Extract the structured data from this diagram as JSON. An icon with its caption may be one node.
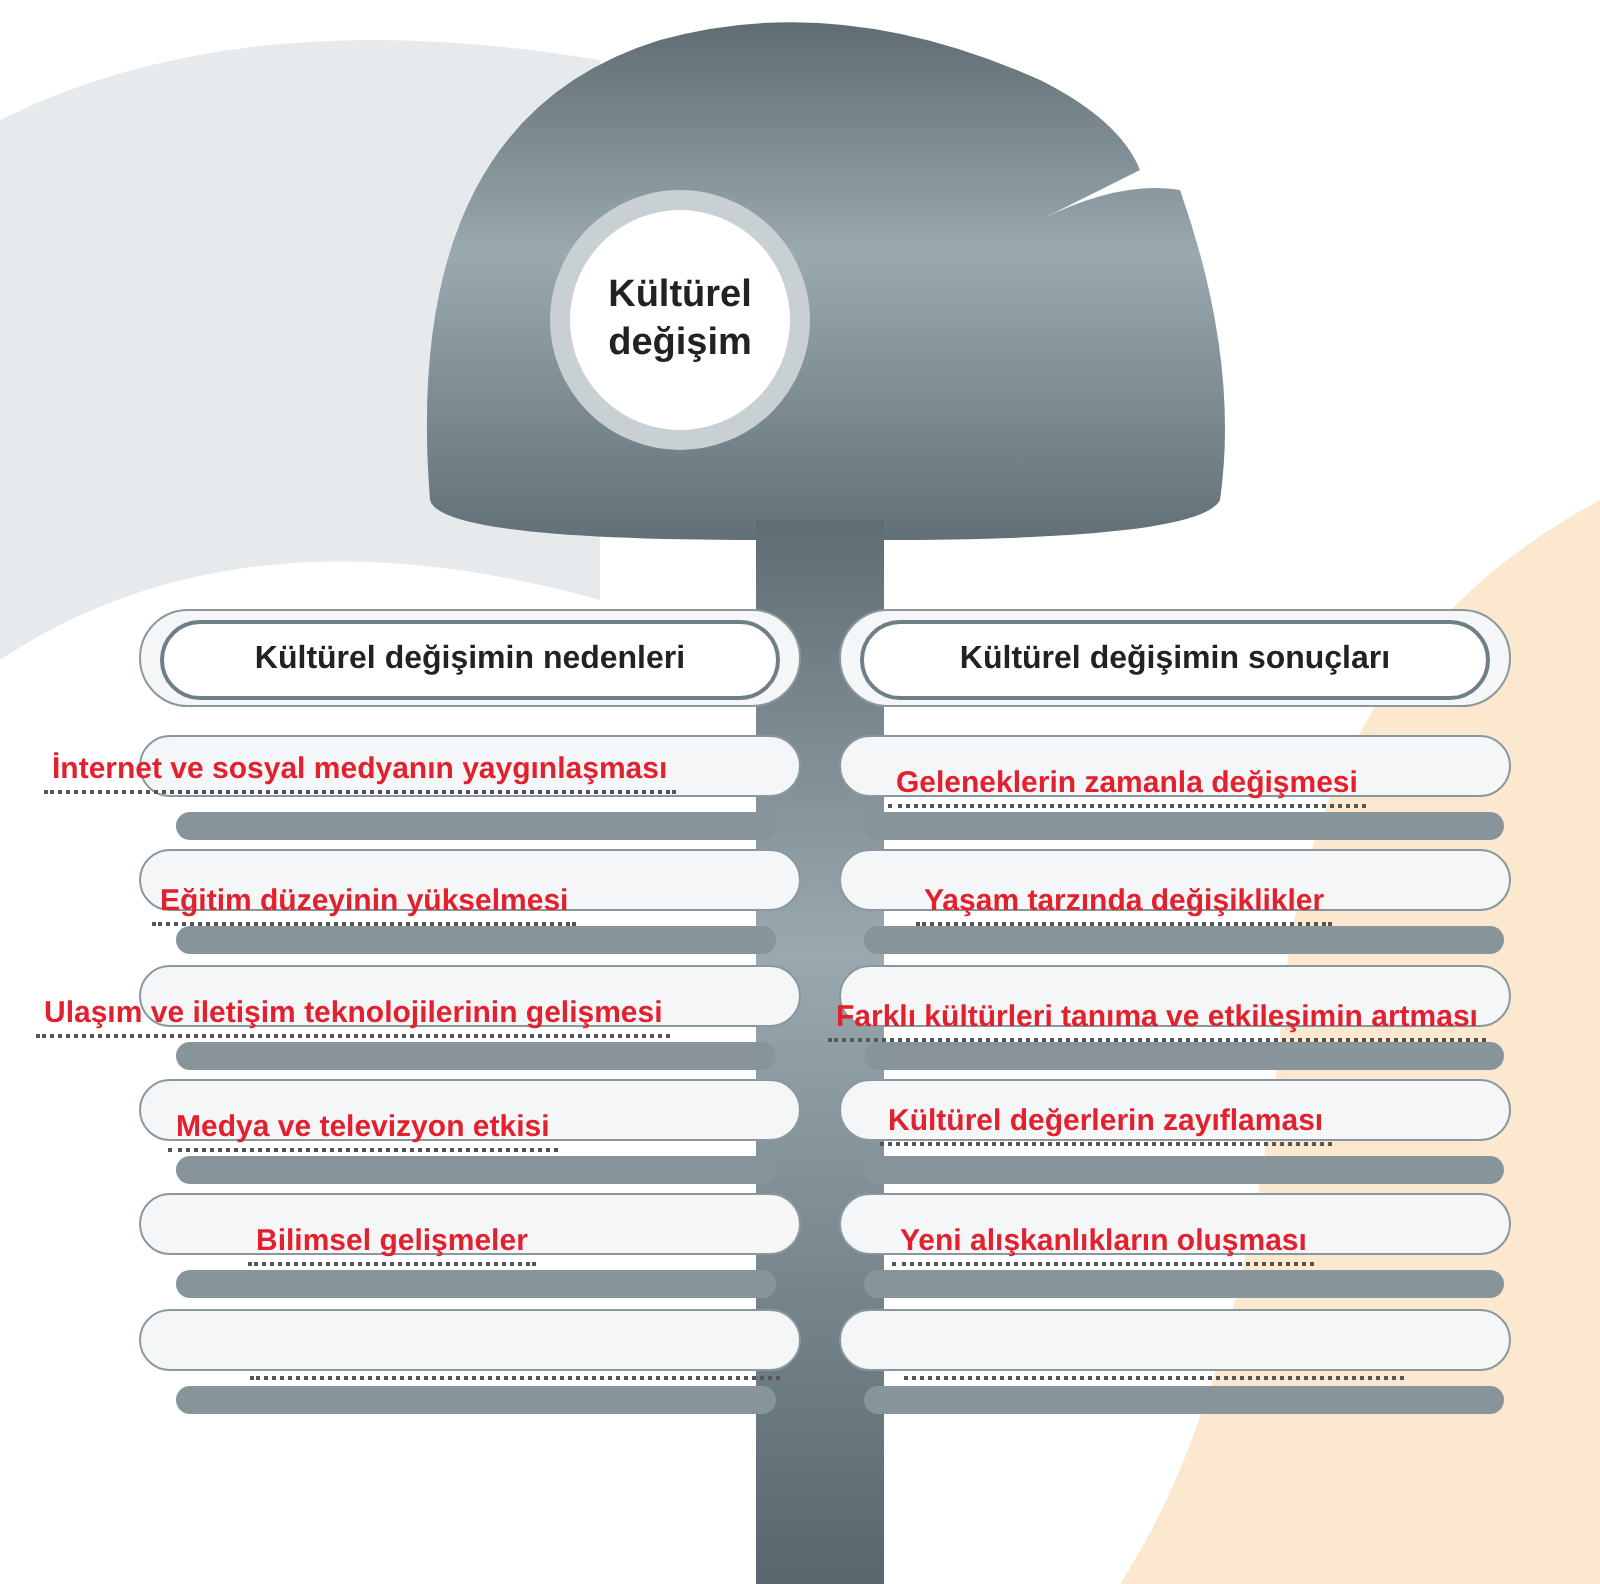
{
  "diagram": {
    "nodes": [
      {
        "text": [
          "Kültürel değişim"
        ]
      },
      {
        "text": [
          "Kültürel değişimin nedenleri"
        ]
      },
      {
        "text": [
          "Kültürel değişimin sonuçları"
        ]
      }
    ],
    "edges": [],
    "labels": [
      "İnternet ve sosyal medyanın yaygınlaşması",
      "Geleneklerin zamanla değişmesi",
      "Eğitim düzeyinin yükselmesi",
      "Yaşam tarzında değişiklikler",
      "Ulaşım ve iletişim teknolojilerinin gelişmesi",
      "Farklı kültürleri tanıma ve etkileşimin artması",
      "Medya ve televizyon etkisi",
      "Kültürel değerlerin zayıflaması",
      "Bilimsel gelişmeler",
      "Yeni alışkanlıkların oluşması"
    ]
  }
}
